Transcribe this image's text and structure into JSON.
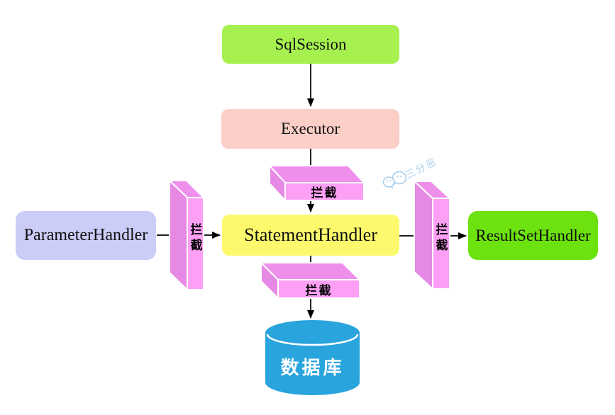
{
  "diagram": {
    "description": "MyBatis plugin interception flow diagram",
    "nodes": {
      "sql_session": {
        "label": "SqlSession",
        "fill": "#a6f150"
      },
      "executor": {
        "label": "Executor",
        "fill": "#fbcec8"
      },
      "statement_handler": {
        "label": "StatementHandler",
        "fill": "#fcf96d"
      },
      "parameter_handler": {
        "label": "ParameterHandler",
        "fill": "#ccccf9"
      },
      "result_set_handler": {
        "label": "ResultSetHandler",
        "fill": "#6ce20e"
      },
      "database": {
        "label": "数据库",
        "fill": "#29a4dd",
        "text_color": "#ffffff"
      }
    },
    "interceptor": {
      "label": "拦截",
      "instances": 4,
      "front_fill": "#fc9ff5",
      "top_fill": "#ee90eb",
      "side_fill": "#e689e5"
    },
    "connections": [
      {
        "from": "SqlSession",
        "to": "Executor"
      },
      {
        "from": "Executor",
        "to": "StatementHandler",
        "via": "拦截"
      },
      {
        "from": "ParameterHandler",
        "to": "StatementHandler",
        "via": "拦截"
      },
      {
        "from": "StatementHandler",
        "to": "ResultSetHandler",
        "via": "拦截"
      },
      {
        "from": "StatementHandler",
        "to": "数据库",
        "via": "拦截"
      }
    ],
    "watermark": {
      "text": "三分恶",
      "icon": "wechat-icon",
      "color": "#aed2ec"
    }
  }
}
